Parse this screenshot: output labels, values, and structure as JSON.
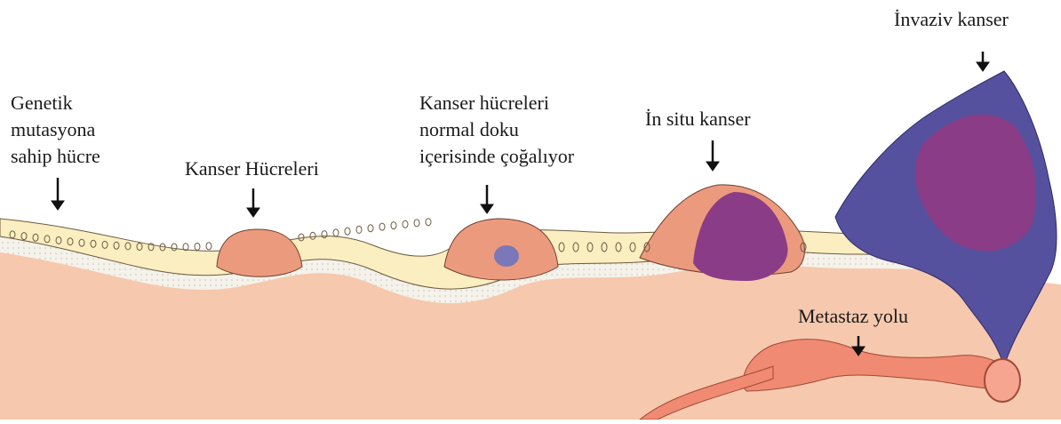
{
  "labels": {
    "genetic_line1": "Genetik",
    "genetic_line2": "mutasyona",
    "genetic_line3": "sahip hücre",
    "cancer_cells": "Kanser Hücreleri",
    "proliferating_line1": "Kanser hücreleri",
    "proliferating_line2": "normal doku",
    "proliferating_line3": "içerisinde çoğalıyor",
    "in_situ": "İn situ kanser",
    "invasive": "İnvaziv kanser",
    "metastasis": "Metastaz yolu"
  },
  "colors": {
    "stroma": "#f6c8ad",
    "basement": "#f4f2ea",
    "normal_cell": "#fbeec1",
    "cancer_cell": "#ec9a7d",
    "insitu_cell": "#8a3c87",
    "invasive_cell": "#56519e",
    "vessel": "#f08a72"
  }
}
